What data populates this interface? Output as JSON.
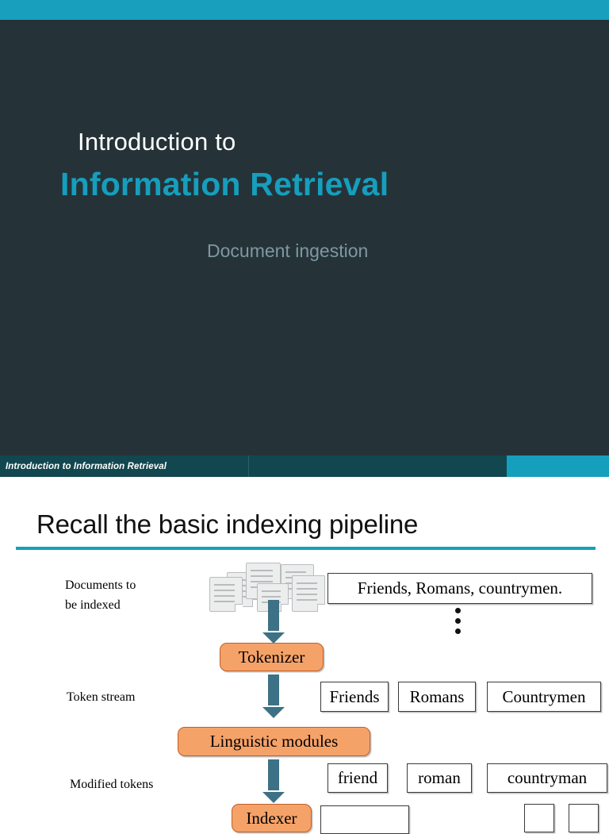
{
  "slide_title": {
    "line1": "Introduction to",
    "line2": "Information Retrieval",
    "subtitle": "Document ingestion"
  },
  "footer": {
    "text": "Introduction to Information Retrieval"
  },
  "slide_body": {
    "heading": "Recall the basic indexing pipeline",
    "labels": {
      "documents": "Documents to\nbe indexed",
      "token_stream": "Token stream",
      "modified_tokens": "Modified tokens"
    },
    "sample_document": "Friends, Romans, countrymen.",
    "modules": {
      "tokenizer": "Tokenizer",
      "linguistic": "Linguistic modules",
      "indexer": "Indexer"
    },
    "token_stream_items": [
      "Friends",
      "Romans",
      "Countrymen"
    ],
    "modified_token_items": [
      "friend",
      "roman",
      "countryman"
    ],
    "ellipsis": "⋮"
  },
  "colors": {
    "accent_cyan": "#179fbd",
    "dark_slide": "#253338",
    "footer_dark_teal": "#12474f",
    "module_orange": "#f5a269",
    "arrow_blue": "#3d7186",
    "subtitle_gray": "#7e98a1"
  }
}
